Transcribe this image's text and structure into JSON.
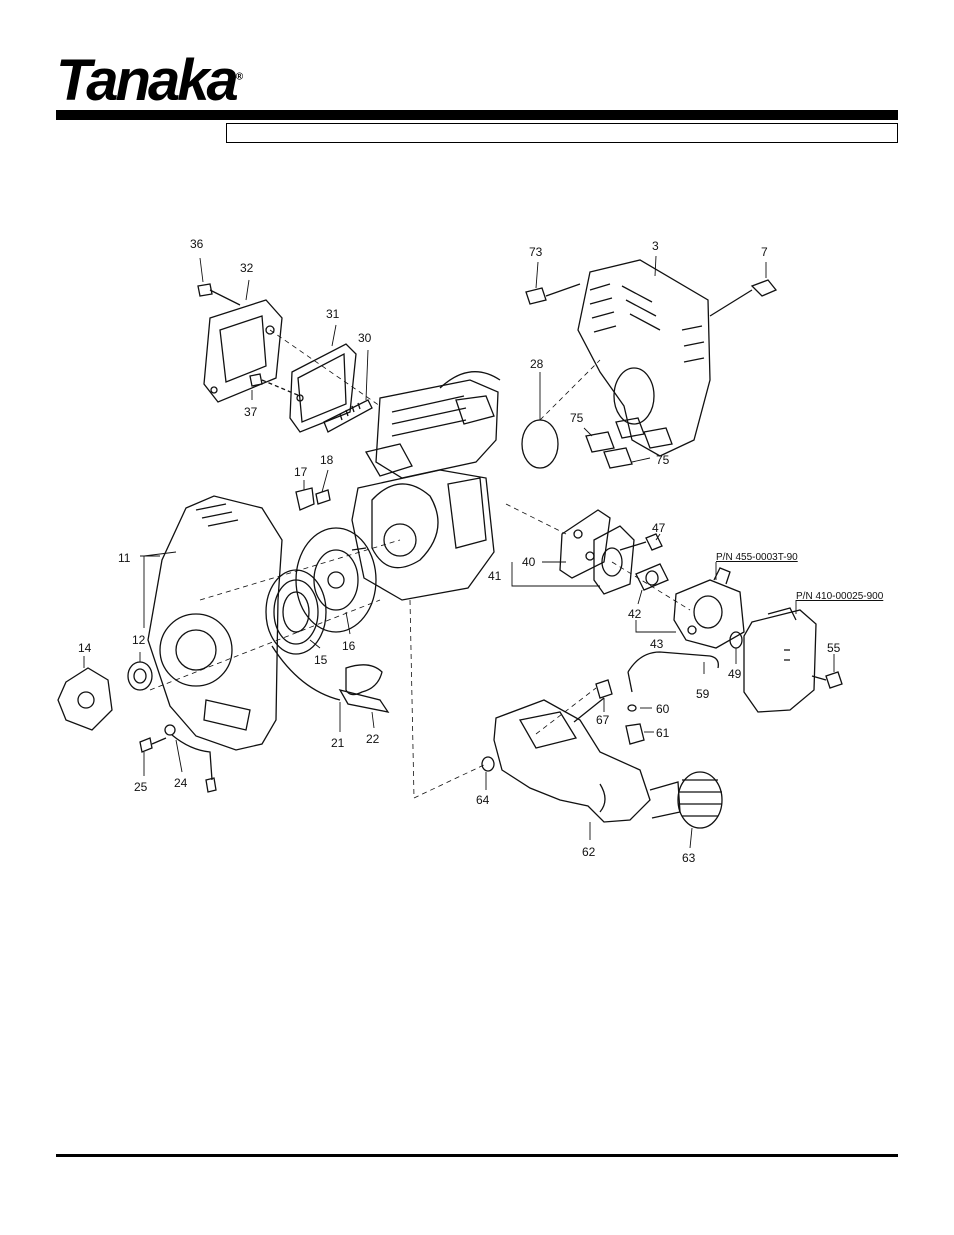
{
  "brand": {
    "logo_text": "Tanaka",
    "registered_mark": "®"
  },
  "callouts": [
    {
      "id": "c36",
      "text": "36"
    },
    {
      "id": "c32",
      "text": "32"
    },
    {
      "id": "c31",
      "text": "31"
    },
    {
      "id": "c30",
      "text": "30"
    },
    {
      "id": "c37",
      "text": "37"
    },
    {
      "id": "c73",
      "text": "73"
    },
    {
      "id": "c3",
      "text": "3"
    },
    {
      "id": "c7",
      "text": "7"
    },
    {
      "id": "c28",
      "text": "28"
    },
    {
      "id": "c75a",
      "text": "75"
    },
    {
      "id": "c75b",
      "text": "75"
    },
    {
      "id": "c17",
      "text": "17"
    },
    {
      "id": "c18",
      "text": "18"
    },
    {
      "id": "c11",
      "text": "11"
    },
    {
      "id": "c47",
      "text": "47"
    },
    {
      "id": "c40",
      "text": "40"
    },
    {
      "id": "c41",
      "text": "41"
    },
    {
      "id": "c12",
      "text": "12"
    },
    {
      "id": "c15",
      "text": "15"
    },
    {
      "id": "c16",
      "text": "16"
    },
    {
      "id": "c42",
      "text": "42"
    },
    {
      "id": "c43",
      "text": "43"
    },
    {
      "id": "c14",
      "text": "14"
    },
    {
      "id": "c49",
      "text": "49"
    },
    {
      "id": "c55",
      "text": "55"
    },
    {
      "id": "c59",
      "text": "59"
    },
    {
      "id": "c60",
      "text": "60"
    },
    {
      "id": "c67",
      "text": "67"
    },
    {
      "id": "c61",
      "text": "61"
    },
    {
      "id": "c21",
      "text": "21"
    },
    {
      "id": "c22",
      "text": "22"
    },
    {
      "id": "c25",
      "text": "25"
    },
    {
      "id": "c24",
      "text": "24"
    },
    {
      "id": "c64",
      "text": "64"
    },
    {
      "id": "c62",
      "text": "62"
    },
    {
      "id": "c63",
      "text": "63"
    }
  ],
  "part_numbers": {
    "carburetor": "P/N 455-0003T-90",
    "muffler": "P/N 410-00025-900"
  }
}
